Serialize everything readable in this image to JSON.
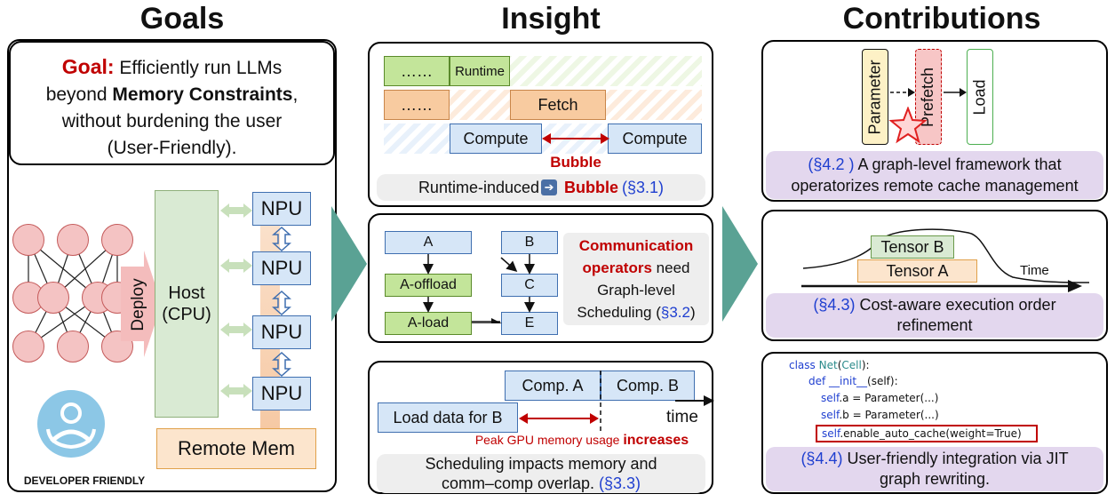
{
  "titles": {
    "goals": "Goals",
    "insight": "Insight",
    "contributions": "Contributions"
  },
  "goals": {
    "goal_label": "Goal:",
    "goal_text_1": "Efficiently run LLMs",
    "goal_text_2a": "beyond ",
    "goal_text_2b": "Memory Constraints",
    "goal_text_2c": ",",
    "goal_text_3": "without burdening the user",
    "goal_text_4": "(User-Friendly).",
    "deploy_label": "Deploy",
    "host_label": "Host\n(CPU)",
    "npu_labels": [
      "NPU",
      "NPU",
      "NPU",
      "NPU"
    ],
    "remote_mem": "Remote Mem",
    "developer_label": "DEVELOPER FRIENDLY"
  },
  "insight": {
    "timeline": {
      "dots_1": "……",
      "runtime": "Runtime",
      "dots_2": "……",
      "fetch": "Fetch",
      "compute_1": "Compute",
      "compute_2": "Compute",
      "bubble": "Bubble"
    },
    "caption_1a": "Runtime-induced ",
    "caption_1b": "Bubble",
    "caption_1c": "(§3.1)",
    "graph": {
      "a": "A",
      "b": "B",
      "c": "C",
      "e": "E",
      "a_offload": "A-offload",
      "a_load": "A-load"
    },
    "caption_2a": "Communication",
    "caption_2b": "operators",
    "caption_2c": " need",
    "caption_2d": "Graph-level",
    "caption_2e": "Scheduling (",
    "caption_2f": "§3.2",
    "caption_2g": ")",
    "sched": {
      "comp_a": "Comp. A",
      "comp_b": "Comp. B",
      "load_b": "Load data for B",
      "time": "time",
      "peak_a": "Peak GPU memory usage ",
      "peak_b": "increases"
    },
    "caption_3a": "Scheduling impacts memory and",
    "caption_3b": "comm–comp overlap. ",
    "caption_3c": "(§3.3)"
  },
  "contributions": {
    "c1": {
      "parameter": "Parameter",
      "prefetch": "Prefetch",
      "load": "Load",
      "cap_a": "(§4.2 )",
      "cap_b": " A graph-level framework that",
      "cap_c": "operatorizes remote cache management"
    },
    "c2": {
      "tensor_b": "Tensor B",
      "tensor_a": "Tensor A",
      "time": "Time",
      "cap_a": "(§4.3)",
      "cap_b": " Cost-aware execution order",
      "cap_c": "refinement"
    },
    "c3": {
      "code_1a": "class ",
      "code_1b": "Net",
      "code_1c": "(",
      "code_1d": "Cell",
      "code_1e": "):",
      "code_2a": "def ",
      "code_2b": "__init__",
      "code_2c": "(self):",
      "code_3a": "self",
      "code_3b": ".a = Parameter(...)",
      "code_4a": "self",
      "code_4b": ".b = Parameter(...)",
      "code_5a": "self",
      "code_5b": ".enable_auto_cache(weight=True)",
      "cap_a": "(§4.4)",
      "cap_b": " User-friendly integration via JIT",
      "cap_c": "graph rewriting."
    }
  },
  "colors": {
    "compute_blue": "#d6e6f7",
    "runtime_green": "#c3e59a",
    "fetch_orange": "#f8cba0",
    "node_pink": "#f4c3c3",
    "arrow_teal": "#5aa294",
    "caption_purple": "#e3d7ee",
    "bubble_red": "#c00000",
    "ref_blue": "#1f3fd0"
  }
}
